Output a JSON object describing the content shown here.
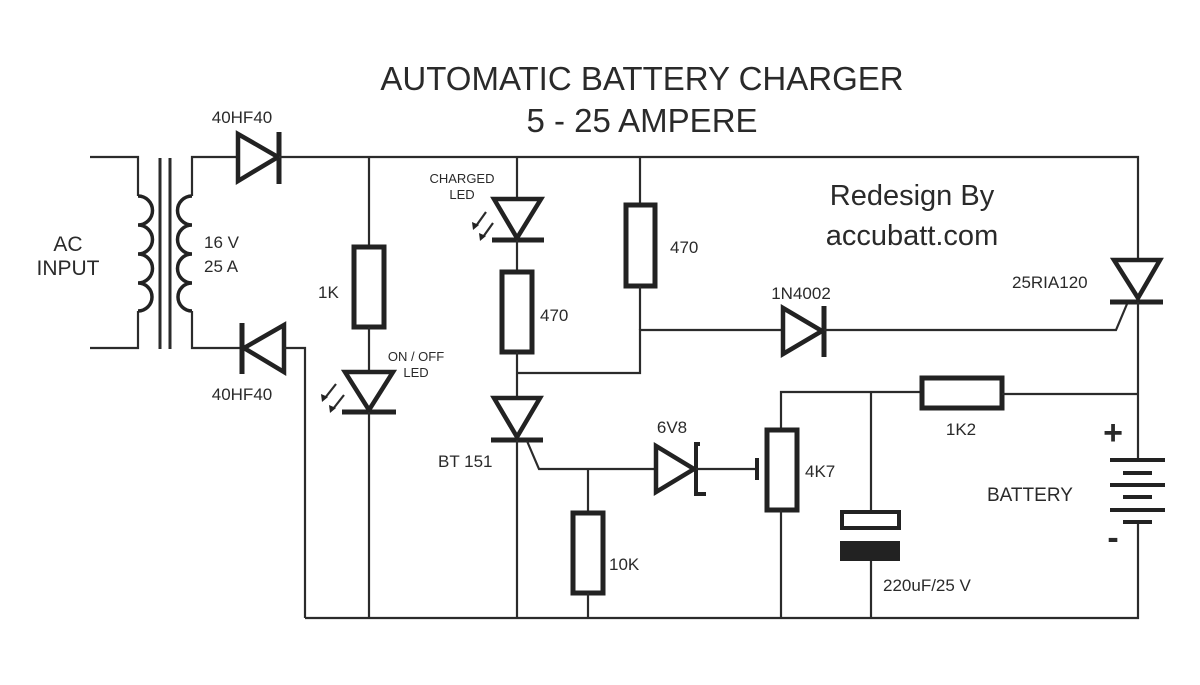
{
  "title": {
    "line1": "AUTOMATIC BATTERY CHARGER",
    "line2": "5 - 25 AMPERE"
  },
  "credit": {
    "line1": "Redesign By",
    "line2": "accubatt.com"
  },
  "components": {
    "ac_input": {
      "line1": "AC",
      "line2": "INPUT"
    },
    "transformer": {
      "voltage": "16 V",
      "current": "25 A"
    },
    "diode_top": {
      "label": "40HF40"
    },
    "diode_bottom": {
      "label": "40HF40"
    },
    "resistor_1k": {
      "label": "1K"
    },
    "led_onoff": {
      "line1": "ON / OFF",
      "line2": "LED"
    },
    "led_charged": {
      "line1": "CHARGED",
      "line2": "LED"
    },
    "resistor_470_led": {
      "label": "470"
    },
    "resistor_470_gate": {
      "label": "470"
    },
    "scr_bt151": {
      "label": "BT 151"
    },
    "diode_1n4002": {
      "label": "1N4002"
    },
    "scr_main": {
      "label": "25RIA120"
    },
    "zener": {
      "label": "6V8"
    },
    "resistor_10k": {
      "label": "10K"
    },
    "pot_4k7": {
      "label": "4K7"
    },
    "resistor_1k2": {
      "label": "1K2"
    },
    "capacitor": {
      "label": "220uF/25 V"
    },
    "battery": {
      "label": "BATTERY",
      "plus": "+",
      "minus": "-"
    }
  }
}
